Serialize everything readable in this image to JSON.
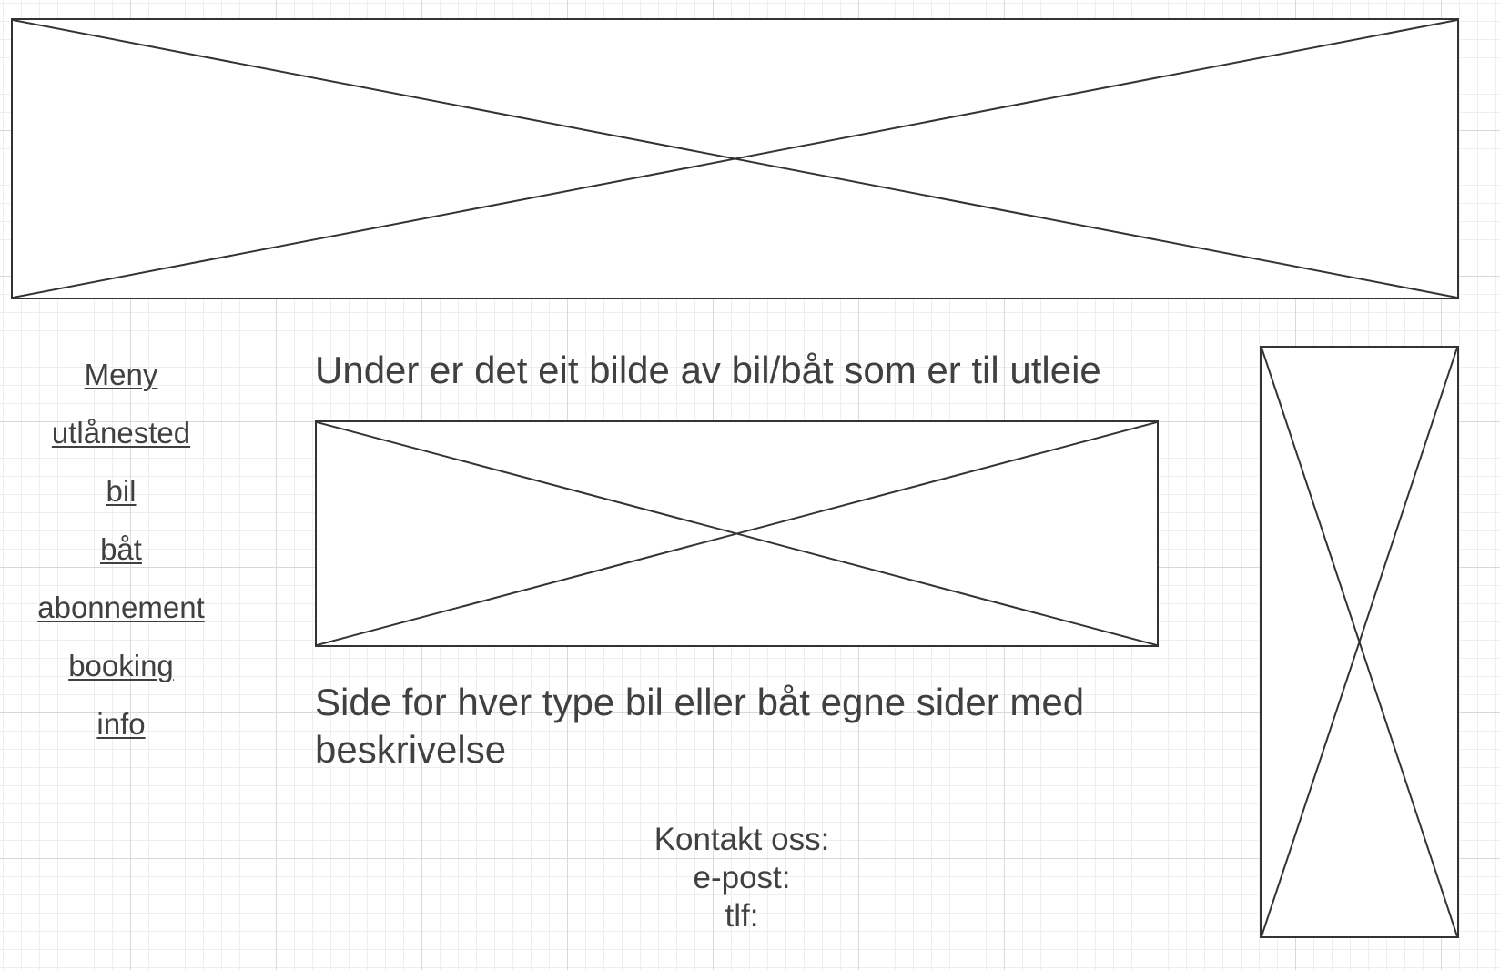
{
  "menu": {
    "title": "Meny",
    "items": [
      {
        "label": "utlånested"
      },
      {
        "label": "bil"
      },
      {
        "label": "båt"
      },
      {
        "label": "abonnement"
      },
      {
        "label": "booking"
      },
      {
        "label": "info"
      }
    ]
  },
  "main": {
    "heading": "Under er det eit bilde av bil/båt som er til utleie",
    "description": "Side for hver type bil eller båt egne sider med beskrivelse"
  },
  "contact": {
    "title": "Kontakt oss:",
    "email_label": "e-post:",
    "phone_label": "tlf:"
  },
  "colors": {
    "stroke": "#333333",
    "text": "#404040",
    "grid_minor": "#eeeeee",
    "grid_major": "#d9d9d9"
  }
}
